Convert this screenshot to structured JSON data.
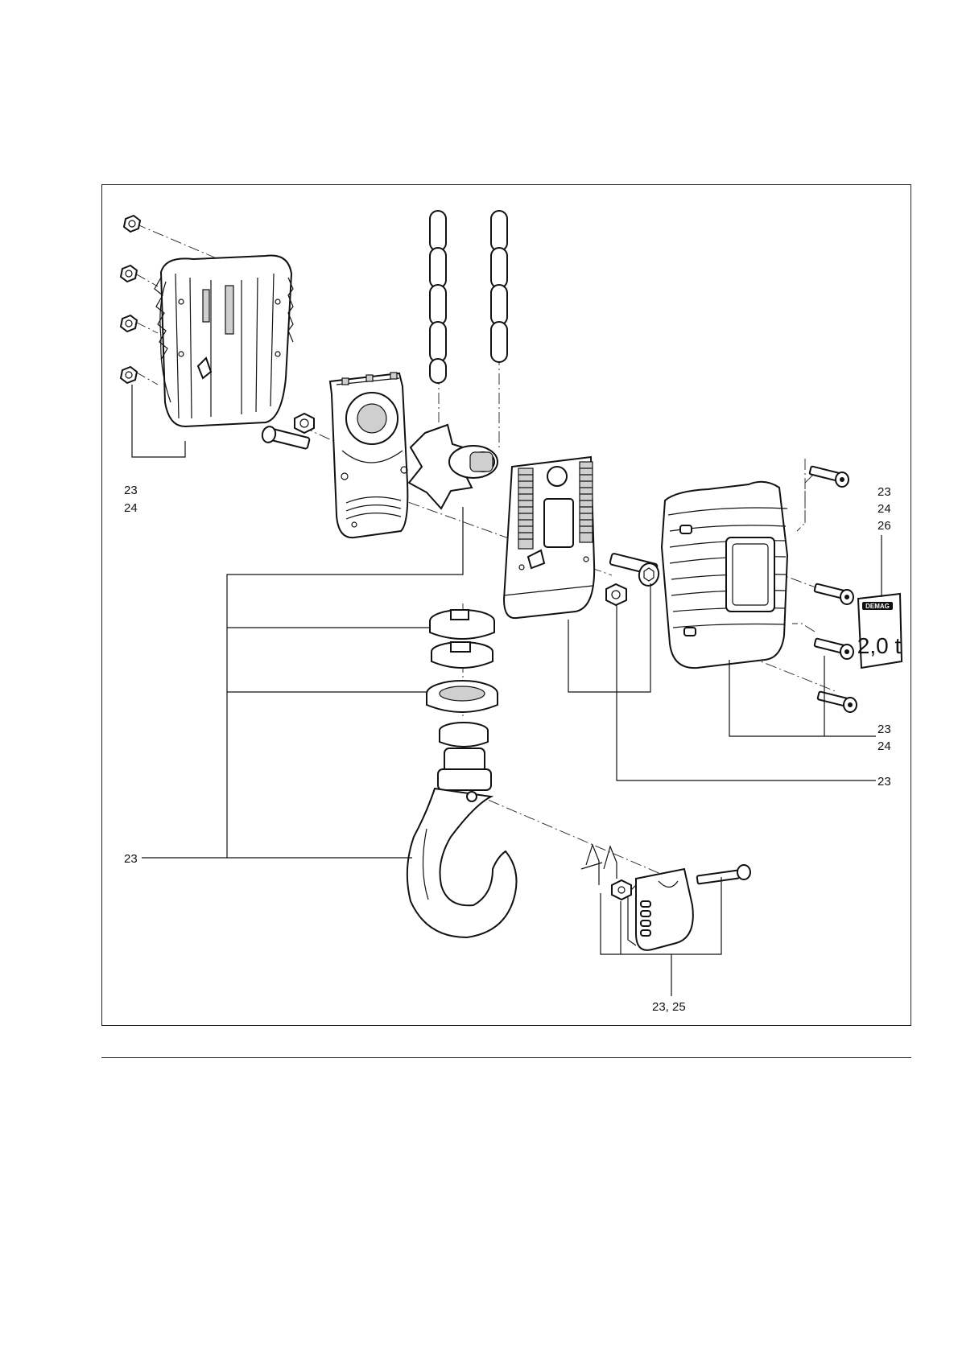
{
  "diagram": {
    "brand_label": "DEMAG",
    "capacity_label": "2,0 t",
    "callouts": {
      "nuts_group": [
        "23",
        "24"
      ],
      "side_cover_group": [
        "23",
        "24",
        "26"
      ],
      "hook_block": "23",
      "right_cover_screws": [
        "23",
        "24"
      ],
      "nut_center": "23",
      "safety_latch": "23, 25"
    }
  }
}
